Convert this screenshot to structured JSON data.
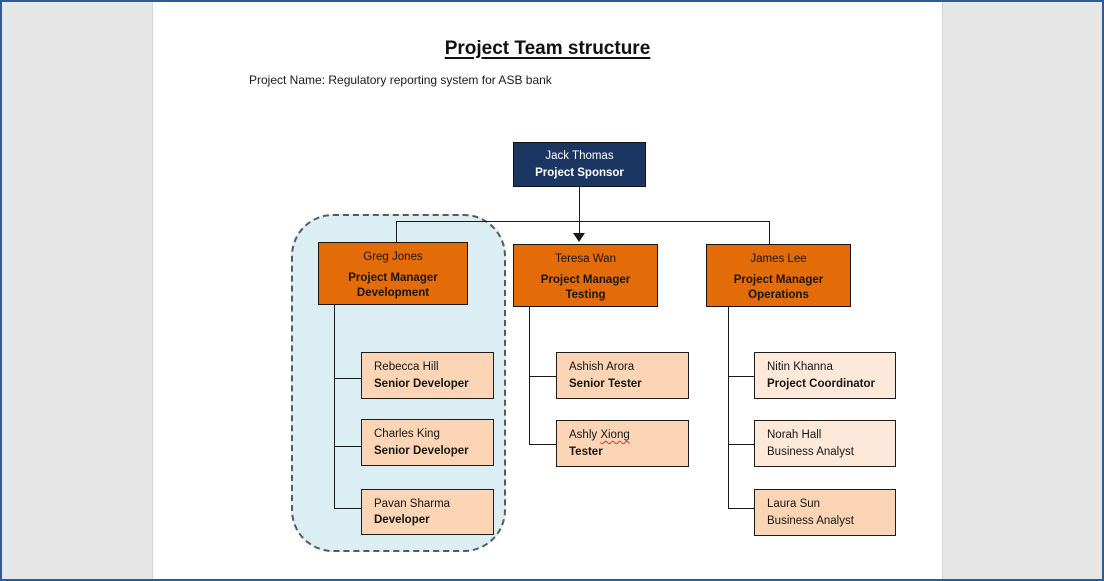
{
  "header": {
    "title": "Project Team structure",
    "subtitle": "Project Name: Regulatory reporting system for ASB bank"
  },
  "colors": {
    "window_border": "#2e5b94",
    "canvas_bg": "#e6e6e6",
    "page_bg": "#ffffff",
    "sponsor_bg": "#1c3663",
    "sponsor_text": "#ffffff",
    "manager_bg": "#e36c09",
    "member_bg": "#fbd5b5",
    "member_light_bg": "#fde9d9",
    "group_fill": "#daeef3",
    "group_dash_border": "#5a5a5a",
    "connector": "#1a1a1a",
    "spellcheck_underline": "#d13438"
  },
  "org": {
    "sponsor": {
      "name": "Jack Thomas",
      "role": "Project Sponsor"
    },
    "managers": [
      {
        "name": "Greg Jones",
        "role": "Project Manager Development"
      },
      {
        "name": "Teresa Wan",
        "role": "Project Manager Testing"
      },
      {
        "name": "James Lee",
        "role": "Project Manager Operations"
      }
    ],
    "development_members": [
      {
        "name": "Rebecca Hill",
        "role": "Senior Developer"
      },
      {
        "name": "Charles King",
        "role": "Senior Developer"
      },
      {
        "name": "Pavan Sharma",
        "role": "Developer"
      }
    ],
    "testing_members": [
      {
        "name": "Ashish Arora",
        "role": "Senior Tester"
      },
      {
        "name_plain": "Ashly ",
        "name_misspelled": "Xiong",
        "role": "Tester"
      }
    ],
    "operations_members": [
      {
        "name": "Nitin Khanna",
        "role": "Project Coordinator"
      },
      {
        "name": "Norah Hall",
        "role": "Business Analyst"
      },
      {
        "name": "Laura Sun",
        "role": "Business Analyst"
      }
    ]
  }
}
